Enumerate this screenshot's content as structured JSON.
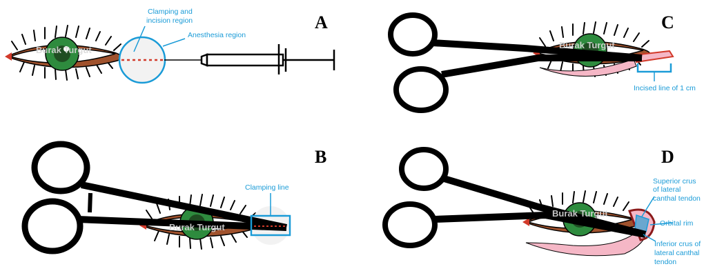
{
  "panels": {
    "a": {
      "letter": "A",
      "watermark": "Burak Turgut",
      "labels": {
        "clamp_line1": "Clamping and",
        "clamp_line2": "incision region",
        "anesthesia": "Anesthesia region"
      }
    },
    "b": {
      "letter": "B",
      "watermark": "Burak Turgut",
      "labels": {
        "clamping_line": "Clamping line"
      }
    },
    "c": {
      "letter": "C",
      "watermark": "Burak Turgut",
      "labels": {
        "incised_line": "Incised line of 1 cm"
      }
    },
    "d": {
      "letter": "D",
      "watermark": "Burak Turgut",
      "labels": {
        "sup_1": "Superior crus",
        "sup_2": "of lateral",
        "sup_3": "canthal tendon",
        "orbital_rim": "Orbital rim",
        "inf_1": "Inferior crus of",
        "inf_2": "lateral canthal",
        "inf_3": "tendon"
      }
    }
  },
  "colors": {
    "annotation": "#1a9bd7",
    "iris": "#2e8b3e",
    "lid": "#a0522d",
    "incision": "#d23a2a",
    "pink_tissue": "#f5b7c6"
  }
}
